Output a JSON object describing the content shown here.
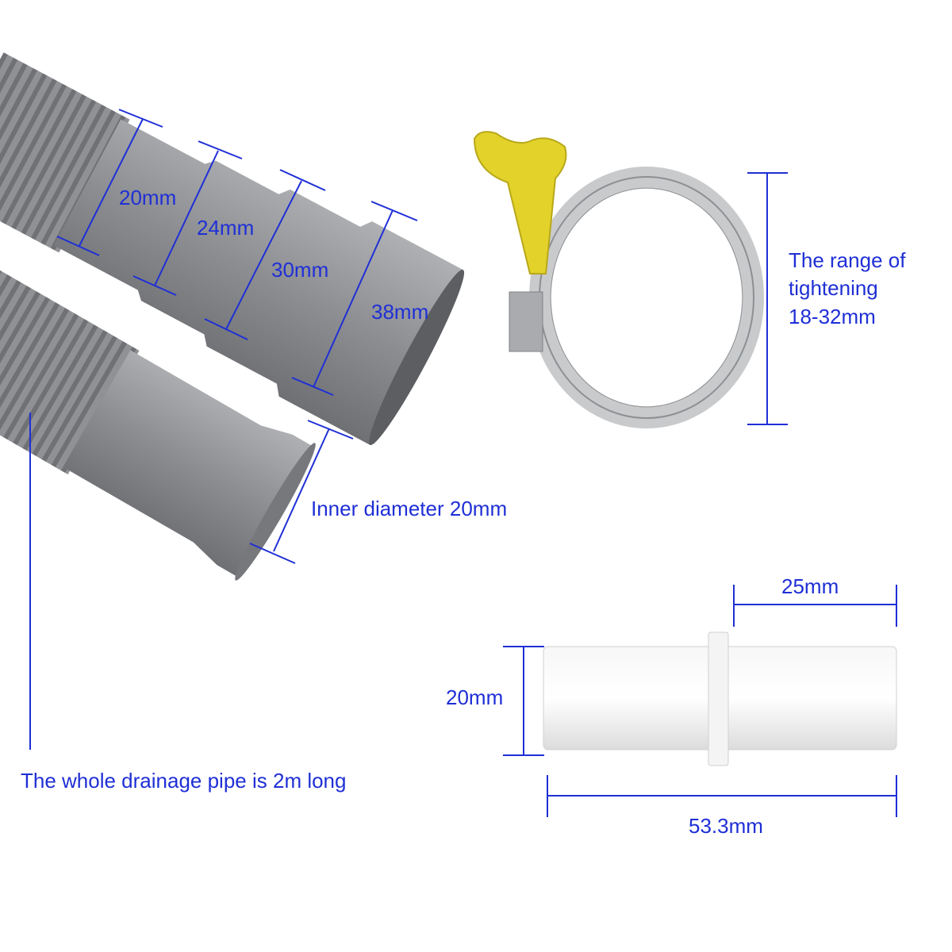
{
  "hose_step_labels": [
    "20mm",
    "24mm",
    "30mm",
    "38mm"
  ],
  "clamp": {
    "range_lines": [
      "The range of",
      "tightening",
      "18-32mm"
    ]
  },
  "hose_end": {
    "inner_diameter_label": "Inner diameter 20mm"
  },
  "pipe_length_label": "The whole drainage pipe is 2m long",
  "connector": {
    "half_length_label": "25mm",
    "diameter_label": "20mm",
    "total_length_label": "53.3mm"
  },
  "colors": {
    "annotation": "#1f2fd6",
    "hose": "#8e9094",
    "key": "#e3d22a",
    "connector": "#f2f2f2"
  }
}
